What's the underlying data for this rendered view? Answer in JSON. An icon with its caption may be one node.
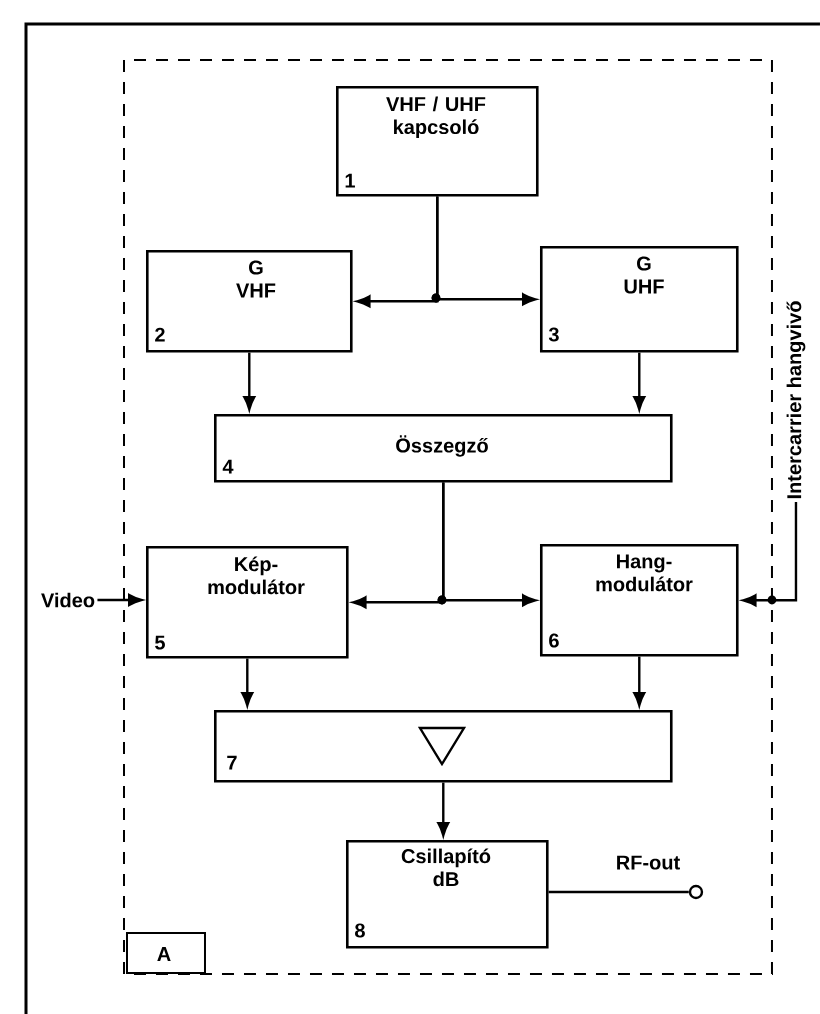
{
  "diagram": {
    "nodes": [
      {
        "text": [
          "A"
        ]
      },
      {
        "text": [
          "VHF / UHF kapcsoló",
          "1"
        ],
        "in": 0
      },
      {
        "text": [
          "G VHF",
          "2"
        ],
        "in": 0
      },
      {
        "text": [
          "G UHF",
          "3"
        ],
        "in": 0
      },
      {
        "text": [
          "Összegző",
          "4"
        ],
        "in": 0
      },
      {
        "text": [
          "Kép- modulátor",
          "5"
        ],
        "in": 0
      },
      {
        "text": [
          "Hang- modulátor",
          "6"
        ],
        "in": 0
      },
      {
        "text": [
          "7"
        ],
        "in": 0
      },
      {
        "text": [
          "Csillapító dB",
          "8"
        ],
        "in": 0
      },
      {
        "text": [
          "Video"
        ]
      },
      {
        "text": [
          "Intercarrier hangvivő"
        ]
      },
      {
        "text": [],
        "shape": "circle",
        "beside": [
          "RF-out"
        ],
        "in": 0
      }
    ],
    "edges": [
      {
        "from": 1,
        "to": 2,
        "arrow": "to"
      },
      {
        "from": 1,
        "to": 3,
        "arrow": "to"
      },
      {
        "from": 2,
        "to": 4,
        "arrow": "to"
      },
      {
        "from": 3,
        "to": 4,
        "arrow": "to"
      },
      {
        "from": 4,
        "to": 5,
        "arrow": "to"
      },
      {
        "from": 4,
        "to": 6,
        "arrow": "to"
      },
      {
        "from": 5,
        "to": 7,
        "arrow": "to"
      },
      {
        "from": 6,
        "to": 7,
        "arrow": "to"
      },
      {
        "from": 7,
        "to": 8,
        "arrow": "to"
      },
      {
        "from": 9,
        "to": 5,
        "arrow": "to"
      },
      {
        "from": 10,
        "to": 6,
        "arrow": "to"
      },
      {
        "from": 8,
        "to": 11,
        "arrow": "none"
      }
    ]
  }
}
